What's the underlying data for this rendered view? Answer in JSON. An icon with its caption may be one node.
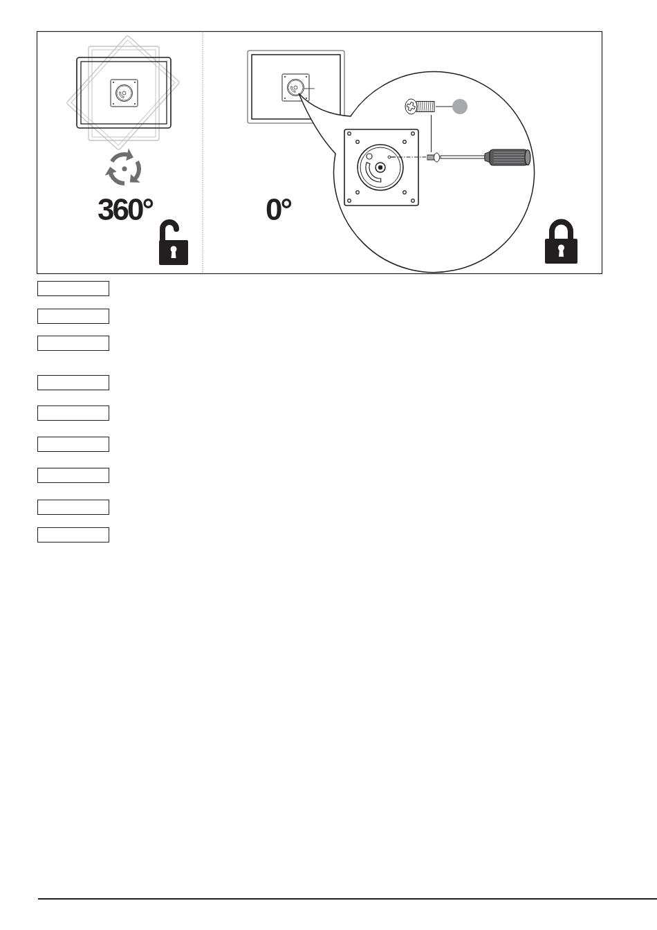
{
  "diagram": {
    "nodes": [
      {
        "text": [],
        "shape": "picture"
      },
      {
        "text": [],
        "shape": "circle"
      },
      {
        "text": [],
        "shape": "picture"
      },
      {
        "text": [],
        "shape": "box"
      },
      {
        "text": [],
        "shape": "box"
      },
      {
        "text": [],
        "shape": "box"
      },
      {
        "text": [],
        "shape": "box"
      },
      {
        "text": [],
        "shape": "box"
      },
      {
        "text": [],
        "shape": "box"
      },
      {
        "text": [],
        "shape": "box"
      },
      {
        "text": [],
        "shape": "box"
      },
      {
        "text": [],
        "shape": "box"
      }
    ],
    "edges": [
      {
        "from": 1,
        "to": 0,
        "arrow": "none"
      },
      {
        "from": 0,
        "to": 2,
        "arrow": "none"
      }
    ],
    "labels": [
      "360°",
      "0°"
    ]
  }
}
